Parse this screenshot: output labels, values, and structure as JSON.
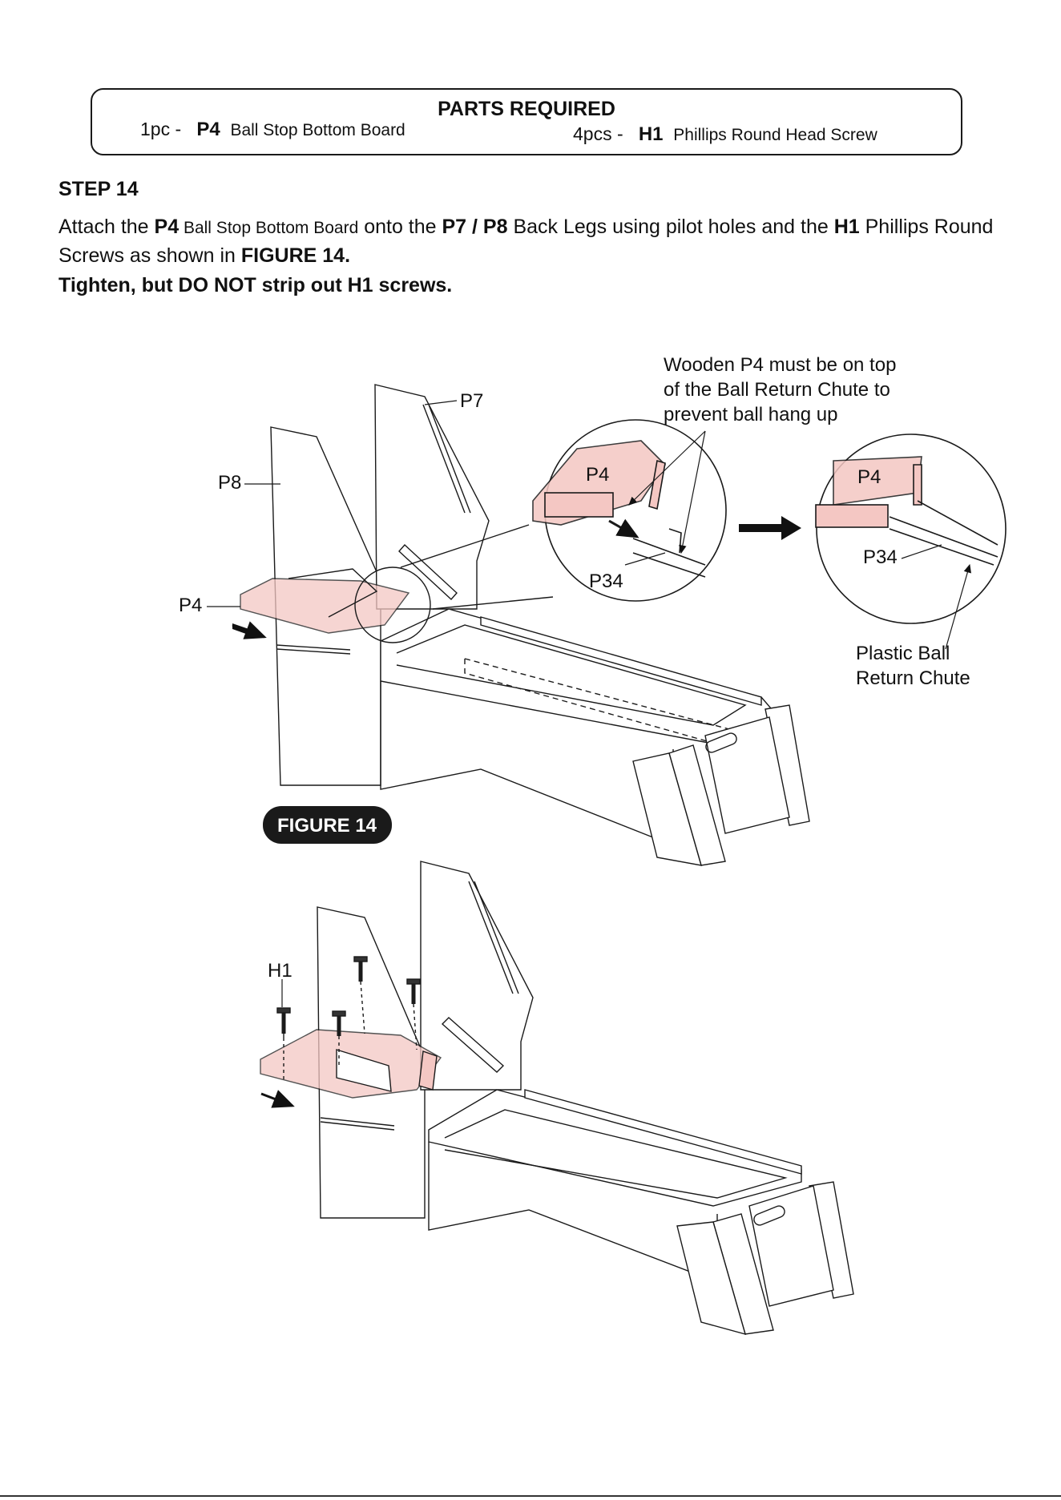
{
  "parts_required": {
    "title": "PARTS REQUIRED",
    "items": [
      {
        "qty": "1pc -",
        "code": "P4",
        "name": "Ball Stop Bottom Board"
      },
      {
        "qty": "4pcs -",
        "code": "H1",
        "name": "Phillips Round Head Screw"
      }
    ]
  },
  "step": {
    "title": "STEP 14",
    "instruction": {
      "p1": "Attach the ",
      "b1": "P4",
      "s1": " Ball Stop Bottom Board",
      "p2": " onto the ",
      "b2": "P7 / P8",
      "p3": " Back Legs using pilot holes and the ",
      "b3": "H1",
      "p4": " Phillips Round Screws as shown in ",
      "b4": "FIGURE 14."
    },
    "warning": "Tighten, but DO NOT strip out H1 screws."
  },
  "figure": {
    "badge": "FIGURE 14",
    "labels": {
      "p7": "P7",
      "p8": "P8",
      "p4_main": "P4",
      "p4_zoom1": "P4",
      "p34_zoom1": "P34",
      "p4_zoom2": "P4",
      "p34_zoom2": "P34",
      "h1": "H1"
    },
    "note_top": [
      "Wooden P4 must be on top",
      "of the Ball Return Chute to",
      "prevent ball hang up"
    ],
    "note_bottom": [
      "Plastic Ball",
      "Return Chute"
    ]
  },
  "colors": {
    "highlight": "#f4c7c3",
    "line": "#1a1a1a"
  }
}
